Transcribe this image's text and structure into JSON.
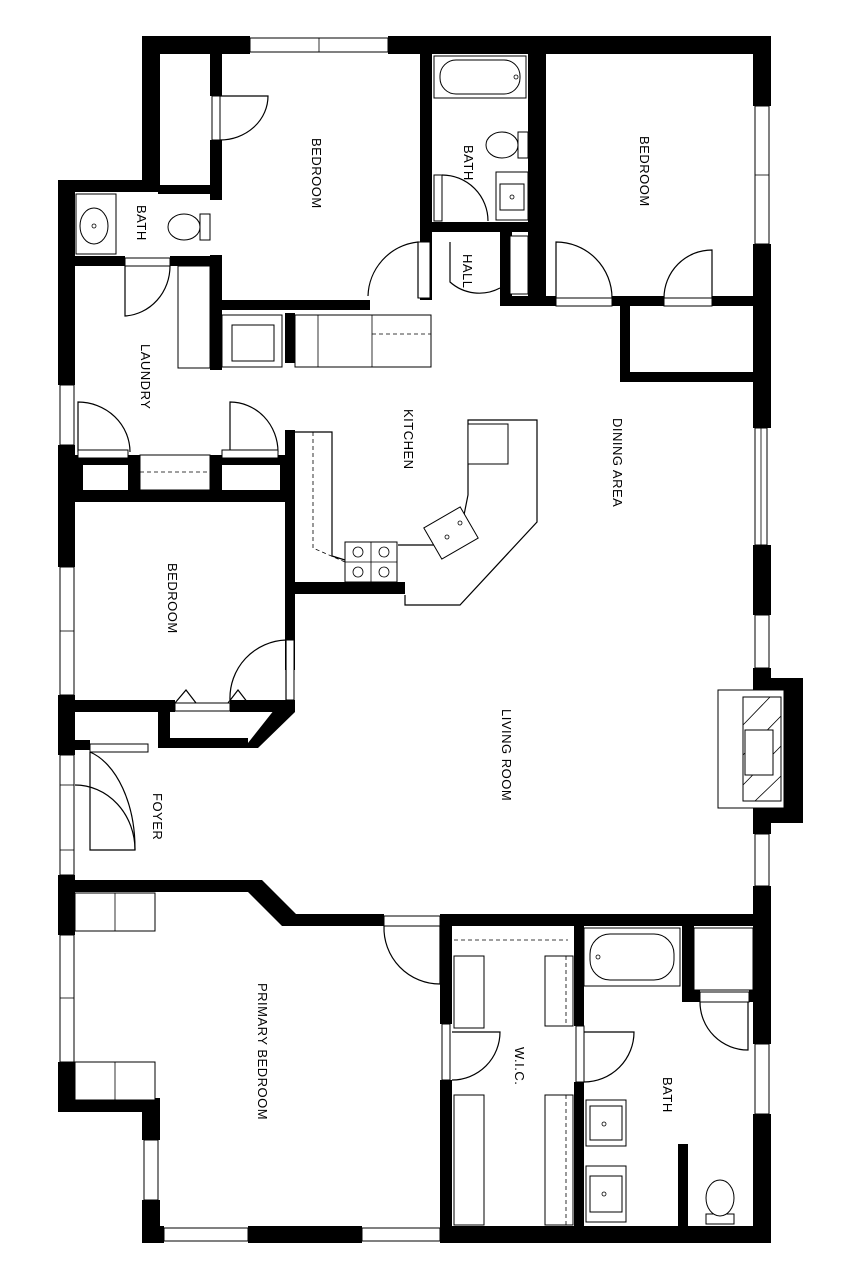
{
  "rooms": {
    "bedroom_top_left": "BEDROOM",
    "bath_top_center": "BATH",
    "bedroom_top_right": "BEDROOM",
    "bath_small_left": "BATH",
    "hall": "HALL",
    "laundry": "LAUNDRY",
    "kitchen": "KITCHEN",
    "dining_area": "DINING AREA",
    "bedroom_middle_left": "BEDROOM",
    "living_room": "LIVING ROOM",
    "foyer": "FOYER",
    "primary_bedroom": "PRIMARY BEDROOM",
    "wic": "W.I.C.",
    "bath_bottom_right": "BATH"
  },
  "colors": {
    "wall": "#000000",
    "background": "#ffffff"
  },
  "icons": [
    "door-swing-icon",
    "bathtub-icon",
    "toilet-icon",
    "sink-icon",
    "stove-icon",
    "fireplace-icon",
    "window-icon"
  ]
}
